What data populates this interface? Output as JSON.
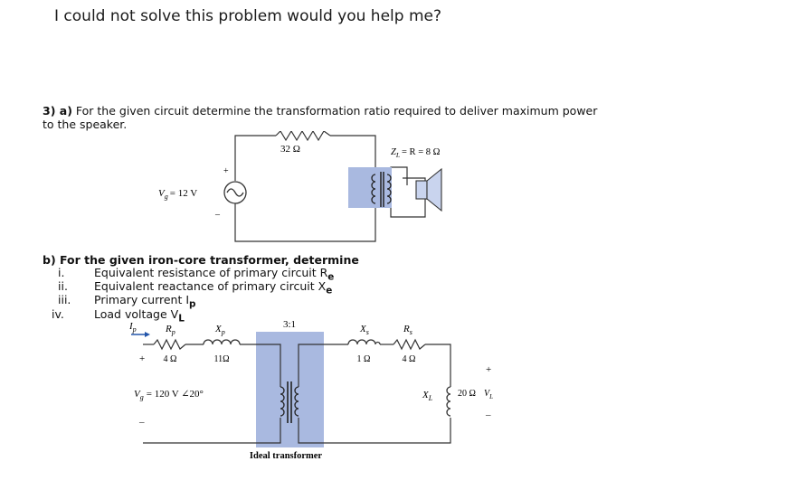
{
  "header_question": "I could not solve this problem would you help me?",
  "part_a": {
    "label": "3) a)",
    "text_line1": "For the given circuit determine the transformation ratio required to deliver maximum power",
    "text_line2": "to the speaker.",
    "circuit": {
      "source_label": "V",
      "source_sub": "g",
      "source_value": "= 12 V",
      "plus": "+",
      "minus": "–",
      "resistor_label": "32 Ω",
      "load_label": "Z",
      "load_sub": "L",
      "load_value": "= R = 8 Ω"
    }
  },
  "part_b": {
    "intro": "b) For the given iron-core transformer, determine",
    "items": [
      {
        "num": "i.",
        "text": "Equivalent resistance of primary circuit R",
        "sub": "e"
      },
      {
        "num": "ii.",
        "text": "Equivalent reactance of primary circuit X",
        "sub": "e"
      },
      {
        "num": "iii.",
        "text": "Primary current I",
        "sub": "p"
      },
      {
        "num": "iv.",
        "text": "Load voltage V",
        "sub": "L"
      }
    ],
    "circuit": {
      "ip_label": "I",
      "ip_sub": "p",
      "rp_label": "R",
      "rp_sub": "p",
      "rp_value": "4 Ω",
      "xp_label": "X",
      "xp_sub": "p",
      "xp_value": "11Ω",
      "ratio": "3:1",
      "xs_label": "X",
      "xs_sub": "s",
      "xs_value": "1 Ω",
      "rs_label": "R",
      "rs_sub": "s",
      "rs_value": "4 Ω",
      "source_label": "V",
      "source_sub": "g",
      "source_value": "= 120 V ∠20°",
      "plus": "+",
      "minus": "–",
      "xl_label": "X",
      "xl_sub": "L",
      "xl_value": "20 Ω",
      "vl_label": "V",
      "vl_sub": "L",
      "transformer_caption": "Ideal transformer"
    }
  },
  "colors": {
    "core_fill": "#a9b9e0",
    "wire": "#333333"
  }
}
